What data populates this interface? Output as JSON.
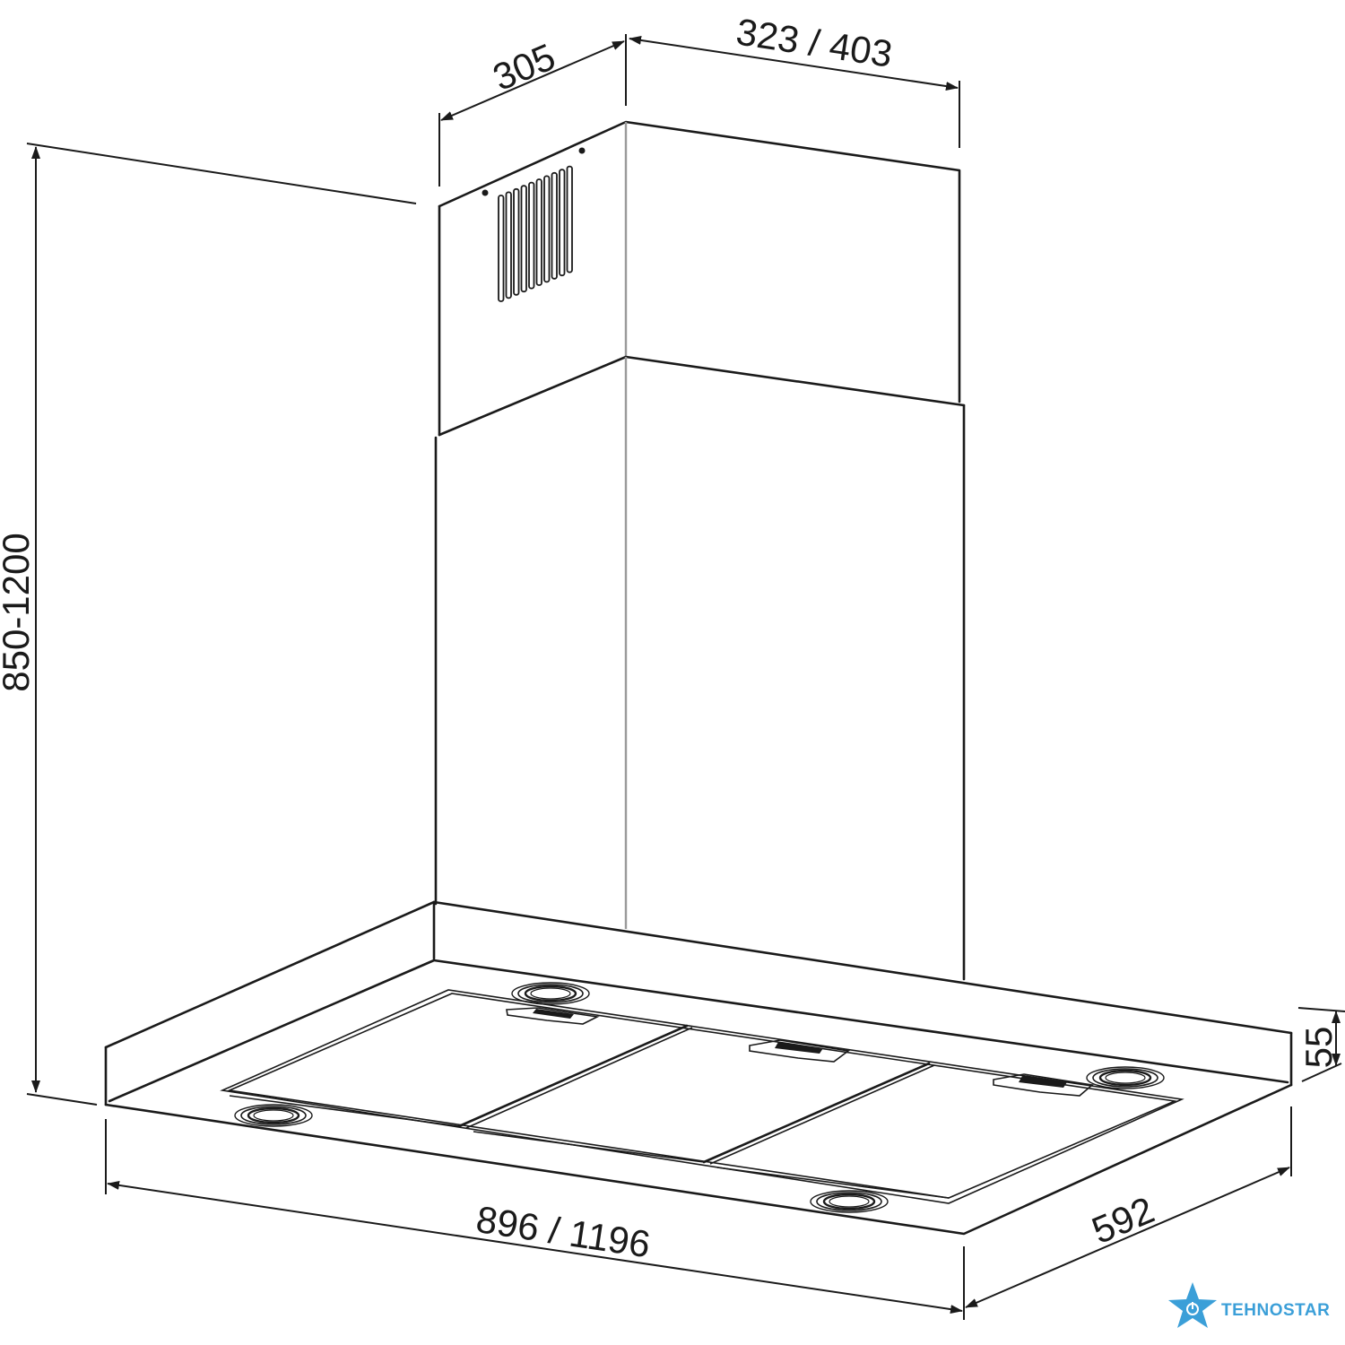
{
  "dimensions": {
    "depth_chimney": "305",
    "width_chimney": "323 / 403",
    "height_total": "850-1200",
    "canopy_height": "55",
    "width_canopy": "896 / 1196",
    "depth_canopy": "592"
  },
  "brand": {
    "name": "TEHNOSTAR",
    "color": "#3b9fd8"
  }
}
